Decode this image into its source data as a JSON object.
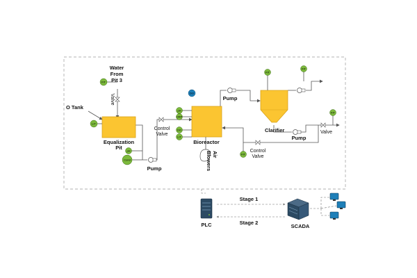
{
  "labels": {
    "o_tank": "O Tank",
    "water_from_pit": [
      "Water",
      "From",
      "Pit 3"
    ],
    "valve_vertical": "Valve",
    "equalization_pit": [
      "Equalization",
      "Pit"
    ],
    "control_valve_left": [
      "Control",
      "Valve"
    ],
    "pump_left": "Pump",
    "bioreactor": "Bioreactor",
    "air_blowers": [
      "Air",
      "Blowers"
    ],
    "pump_top": "Pump",
    "clarifier": "Clarifier",
    "pump_right": "Pump",
    "valve_right": "Valve",
    "control_valve_bottom": [
      "Control",
      "Valve"
    ],
    "stage1": "Stage 1",
    "stage2": "Stage 2",
    "plc": "PLC",
    "scada": "SCADA"
  },
  "instruments": {
    "fit_water": "FIT",
    "lit_eq": "LIT",
    "ph_eq": "pH",
    "cond_eq": "Cond",
    "do_top": "DO",
    "ph_bio": "pH",
    "orp_bio": "ORP",
    "do_bio": "DO",
    "lit_bio": "LIT",
    "fit_bottom": "FIT",
    "fit_clar_top": "FIT",
    "fit_clar_out": "FIT",
    "fit_right": "FIT"
  },
  "colors": {
    "tank_fill": "#FBC531",
    "tank_stroke": "#D9A21B",
    "instrument_green": "#7DBA3C",
    "instrument_blue": "#1E7FB8",
    "pipe": "#555555"
  }
}
